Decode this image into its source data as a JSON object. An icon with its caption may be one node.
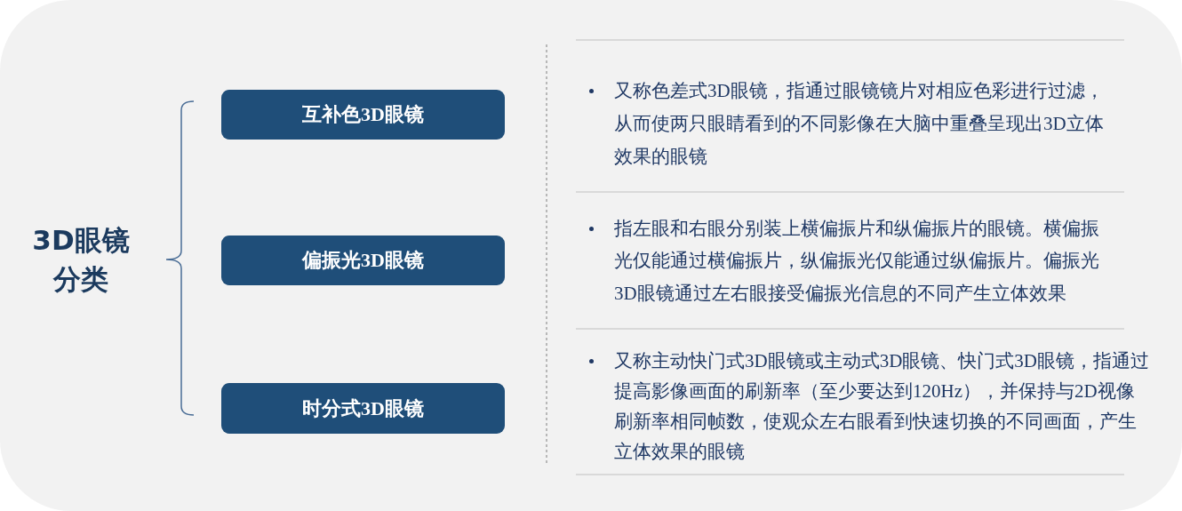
{
  "diagram": {
    "nodes": [
      {
        "text": [
          "3D眼镜分类"
        ]
      },
      {
        "text": [
          "互补色3D眼镜"
        ],
        "in": 0
      },
      {
        "text": [
          "偏振光3D眼镜"
        ],
        "in": 0
      },
      {
        "text": [
          "时分式3D眼镜"
        ],
        "in": 0
      }
    ],
    "labels": [
      "又称色差式3D眼镜，指通过眼镜镜片对相应色彩进行过滤，从而使两只眼睛看到的不同影像在大脑中重叠呈现出3D立体效果的眼镜",
      "指左眼和右眼分别装上横偏振片和纵偏振片的眼镜。横偏振光仅能通过横偏振片，纵偏振光仅能通过纵偏振片。偏振光3D眼镜通过左右眼接受偏振光信息的不同产生立体效果",
      "又称主动快门式3D眼镜或主动式3D眼镜、快门式3D眼镜，指通过提高影像画面的刷新率（至少要达到120Hz），并保持与2D视像刷新率相同帧数，使观众左右眼看到快速切换的不同画面，产生立体效果的眼镜"
    ]
  }
}
